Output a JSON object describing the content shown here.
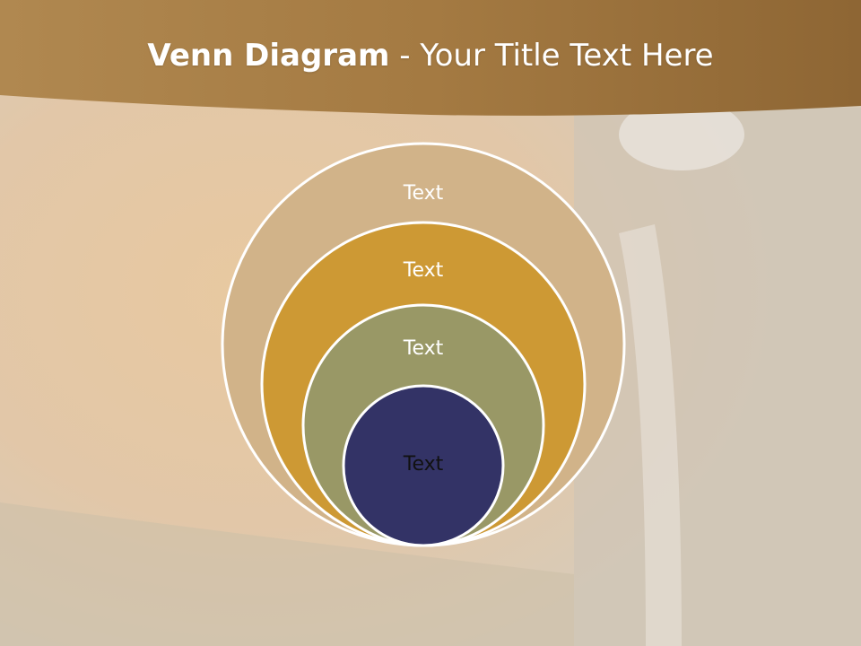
{
  "slide": {
    "title_bold": "Venn Diagram",
    "title_rest": " - Your Title Text Here"
  },
  "diagram": {
    "circles": [
      {
        "label": "Text",
        "fill": "#d1b389"
      },
      {
        "label": "Text",
        "fill": "#cd9934"
      },
      {
        "label": "Text",
        "fill": "#999866"
      },
      {
        "label": "Text",
        "fill": "#333366"
      }
    ]
  },
  "colors": {
    "banner": "#a67c45",
    "circle_outline": "#ffffff"
  }
}
